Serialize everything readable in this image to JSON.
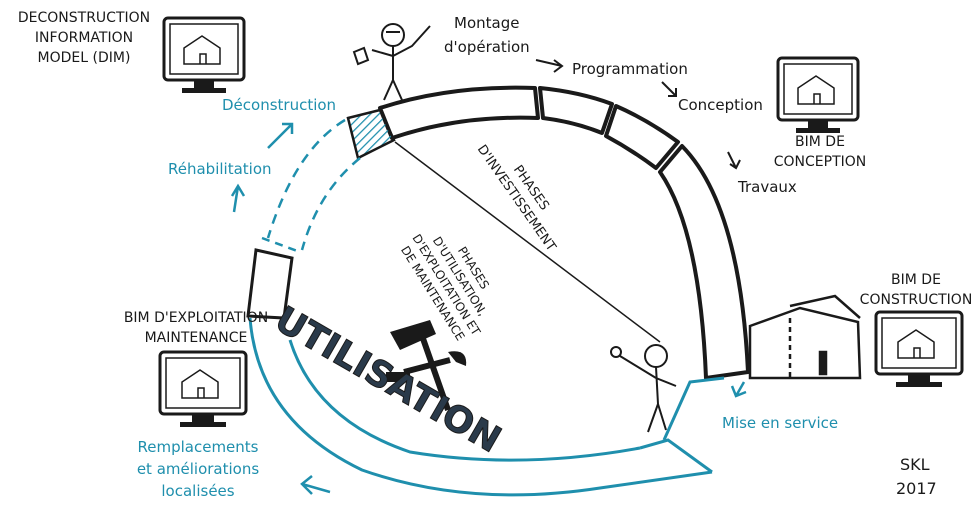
{
  "labels": {
    "dim_line1": "DECONSTRUCTION",
    "dim_line2": "INFORMATION",
    "dim_line3": "MODEL (DIM)",
    "deconstruction": "Déconstruction",
    "rehabilitation": "Réhabilitation",
    "montage_line1": "Montage",
    "montage_line2": "d'opération",
    "programmation": "Programmation",
    "conception": "Conception",
    "bim_conception_line1": "BIM DE",
    "bim_conception_line2": "CONCEPTION",
    "travaux": "Travaux",
    "phases_inv_line1": "PHASES",
    "phases_inv_line2": "D'INVESTISSEMENT",
    "phases_util_line1": "PHASES",
    "phases_util_line2": "D'UTILISATION,",
    "phases_util_line3": "D'EXPLOITATION ET",
    "phases_util_line4": "DE MAINTENANCE",
    "bim_construction_line1": "BIM DE",
    "bim_construction_line2": "CONSTRUCTION",
    "bim_exploitation_line1": "BIM D'EXPLOITATION",
    "bim_exploitation_line2": "MAINTENANCE",
    "utilisation": "UTILISATION",
    "mise_en_service": "Mise en service",
    "remplacements_line1": "Remplacements",
    "remplacements_line2": "et améliorations",
    "remplacements_line3": "localisées",
    "signature_line1": "SKL",
    "signature_line2": "2017"
  },
  "colors": {
    "ink": "#1a1a1a",
    "accent_blue": "#1f8fad",
    "dark_text": "#2a3a4a"
  },
  "icons": [
    "monitor-icon",
    "house-icon",
    "hammer-icon",
    "wrench-icon",
    "person-icon"
  ]
}
